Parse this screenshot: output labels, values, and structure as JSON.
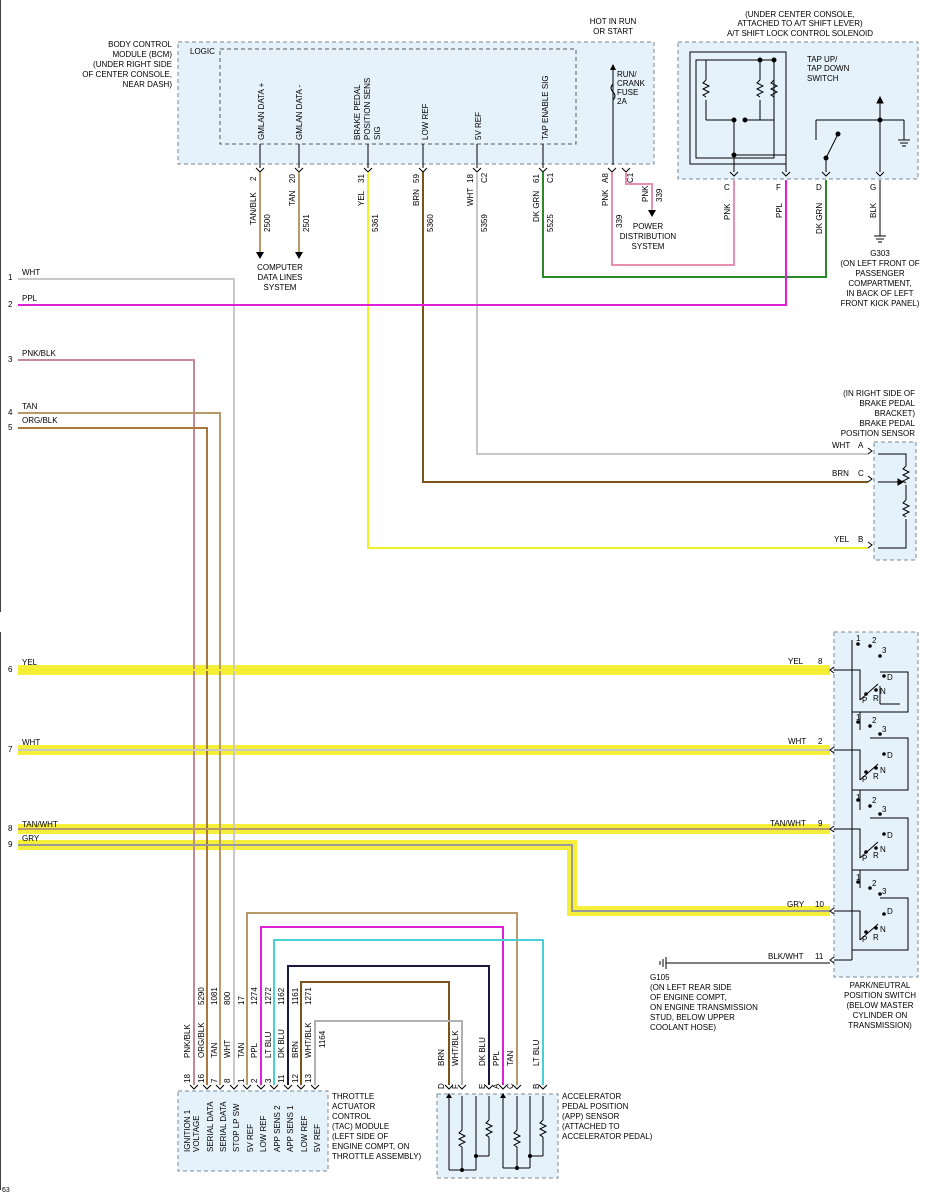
{
  "bcm": {
    "title": [
      "BODY CONTROL",
      "MODULE (BCM)",
      "(UNDER RIGHT SIDE",
      "OF CENTER CONSOLE,",
      "NEAR DASH)"
    ],
    "logic": "LOGIC",
    "labels": [
      "GMLAN DATA +",
      "GMLAN DATA -",
      "BRAKE PEDAL",
      "POSITION SENS",
      "SIG",
      "LOW REF",
      "5V REF",
      "TAP ENABLE SIG"
    ],
    "pins": [
      "2",
      "20",
      "31",
      "59",
      "18",
      "61",
      "A8"
    ],
    "conn": [
      "C2",
      "C1",
      "C1"
    ],
    "wires": [
      "TAN/BLK",
      "TAN",
      "YEL",
      "BRN",
      "WHT",
      "DK GRN",
      "PNK"
    ],
    "circuits": [
      "2500",
      "2501",
      "5361",
      "5360",
      "5359",
      "5525",
      "339"
    ]
  },
  "fuse": {
    "hot": [
      "HOT IN RUN",
      "OR START"
    ],
    "label": [
      "RUN/",
      "CRANK",
      "FUSE",
      "2A"
    ],
    "wire": "PNK",
    "circuit": "339"
  },
  "computer_data": [
    "COMPUTER",
    "DATA LINES",
    "SYSTEM"
  ],
  "power_dist": [
    "POWER",
    "DISTRIBUTION",
    "SYSTEM"
  ],
  "solenoid": {
    "title": [
      "(UNDER CENTER CONSOLE,",
      "ATTACHED TO A/T SHIFT LEVER)",
      "A/T SHIFT LOCK CONTROL SOLENOID"
    ],
    "switch": [
      "TAP UP/",
      "TAP DOWN",
      "SWITCH"
    ],
    "pins": [
      "C",
      "F",
      "D",
      "G"
    ],
    "wires": [
      "PNK",
      "PPL",
      "DK GRN",
      "BLK"
    ]
  },
  "ground_g303": [
    "G303",
    "(ON LEFT FRONT OF",
    "PASSENGER",
    "COMPARTMENT,",
    "IN BACK OF LEFT",
    "FRONT KICK PANEL)"
  ],
  "left_lines": [
    {
      "num": "1",
      "name": "WHT"
    },
    {
      "num": "2",
      "name": "PPL"
    },
    {
      "num": "3",
      "name": "PNK/BLK"
    },
    {
      "num": "4",
      "name": "TAN"
    },
    {
      "num": "5",
      "name": "ORG/BLK"
    },
    {
      "num": "6",
      "name": "YEL"
    },
    {
      "num": "7",
      "name": "WHT"
    },
    {
      "num": "8",
      "name": "TAN/WHT"
    },
    {
      "num": "9",
      "name": "GRY"
    }
  ],
  "brake_sensor": {
    "title": [
      "(IN RIGHT SIDE OF",
      "BRAKE PEDAL",
      "BRACKET)",
      "BRAKE PEDAL",
      "POSITION SENSOR"
    ],
    "pins": [
      {
        "wire": "WHT",
        "pin": "A"
      },
      {
        "wire": "BRN",
        "pin": "C"
      },
      {
        "wire": "YEL",
        "pin": "B"
      }
    ]
  },
  "pnp": {
    "pins": [
      {
        "wire": "YEL",
        "pin": "8"
      },
      {
        "wire": "WHT",
        "pin": "2"
      },
      {
        "wire": "TAN/WHT",
        "pin": "9"
      },
      {
        "wire": "GRY",
        "pin": "10"
      },
      {
        "wire": "BLK/WHT",
        "pin": "11"
      }
    ],
    "title": [
      "PARK/NEUTRAL",
      "POSITION SWITCH",
      "(BELOW MASTER",
      "CYLINDER ON",
      "TRANSMISSION)"
    ],
    "positions": [
      "1",
      "2",
      "3",
      "D",
      "N",
      "P",
      "R"
    ]
  },
  "ground_g105": [
    "G105",
    "(ON LEFT REAR SIDE",
    "OF ENGINE COMPT,",
    "ON ENGINE TRANSMISSION",
    "STUD, BELOW UPPER",
    "COOLANT HOSE)"
  ],
  "tac": {
    "title": [
      "THROTTLE",
      "ACTUATOR",
      "CONTROL",
      "(TAC) MODULE",
      "(LEFT SIDE OF",
      "ENGINE COMPT, ON",
      "THROTTLE ASSEMBLY)"
    ],
    "wires": [
      "PNK/BLK",
      "ORG/BLK",
      "TAN",
      "WHT",
      "TAN",
      "PPL",
      "LT BLU",
      "DK BLU",
      "BRN",
      "WHT/BLK"
    ],
    "circuits": [
      "5290",
      "1081",
      "800",
      "17",
      "1274",
      "1272",
      "1162",
      "1161",
      "1271",
      "1164"
    ],
    "pins": [
      "18",
      "16",
      "7",
      "8",
      "1",
      "2",
      "3",
      "11",
      "12",
      "13"
    ],
    "labels": [
      "IGNITION 1",
      "VOLTAGE",
      "SERIAL DATA",
      "SERIAL DATA",
      "STOP LP SW",
      "5V REF",
      "LOW REF",
      "APP SENS 2",
      "APP SENS 1",
      "LOW REF",
      "5V REF"
    ]
  },
  "app": {
    "title": [
      "ACCELERATOR",
      "PEDAL POSITION",
      "(APP) SENSOR",
      "(ATTACHED TO",
      "ACCELERATOR PEDAL)"
    ],
    "wires": [
      "BRN",
      "WHT/BLK",
      "DK BLU",
      "PPL",
      "TAN",
      "LT BLU"
    ],
    "pins": [
      "D",
      "F",
      "E",
      "A",
      "C",
      "B"
    ]
  },
  "page_number": "63",
  "colors": {
    "box": "#e6f2fb",
    "highlight": "#f5ef3a",
    "yel": "#f2ee2a",
    "ppl": "#e020d8",
    "pnk": "#e68fb0",
    "pnkblk": "#c08a96",
    "tan": "#b89a6a",
    "orgblk": "#a8783c",
    "brn": "#7a5418",
    "dkgrn": "#2a8a2a",
    "ltblu": "#49d0d6",
    "dkblu": "#1a1a3a",
    "wht": "#c8c8c8",
    "gry": "#9a9a9a"
  }
}
